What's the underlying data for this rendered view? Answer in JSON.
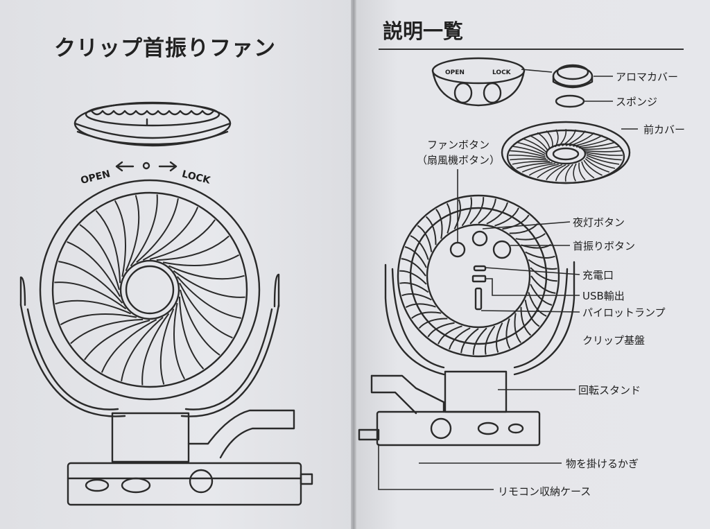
{
  "left_page": {
    "title": "クリップ首振りファン",
    "open_label": "OPEN",
    "lock_label": "LOCK"
  },
  "right_page": {
    "title": "説明一覧",
    "cap_open_label": "OPEN",
    "cap_lock_label": "LOCK",
    "labels": {
      "aroma_cover": "アロマカバー",
      "sponge": "スポンジ",
      "front_cover": "前カバー",
      "fan_button": "ファンボタン",
      "fan_button_sub": "（扇風機ボタン）",
      "night_light_button": "夜灯ボタン",
      "oscillation_button": "首振りボタン",
      "charging_port": "充電口",
      "usb_output": "USB輸出",
      "pilot_lamp": "パイロットランプ",
      "clip_base": "クリップ基盤",
      "rotating_stand": "回転スタンド",
      "hanging_hook": "物を掛けるかぎ",
      "remote_case": "リモコン収納ケース"
    }
  }
}
